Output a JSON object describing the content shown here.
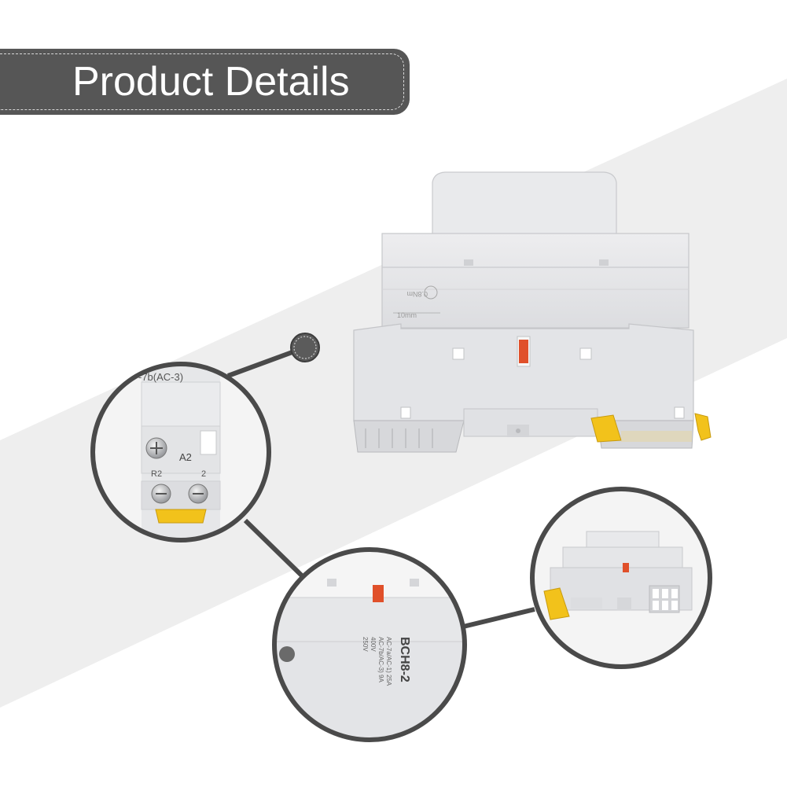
{
  "header": {
    "title": "Product Details"
  },
  "product": {
    "label_torque": "0.8Nm",
    "label_strip_length": "10mm",
    "label_rating": "-7b(AC-3)",
    "terminal_a2": "A2",
    "terminal_r2": "R2",
    "terminal_2": "2",
    "model_code": "BCH8-2",
    "spec_1": "AC-7a/AC-1) 25A",
    "spec_2": "AC-7b/AC-3) 9A",
    "spec_3": "400V",
    "spec_4": "250V"
  },
  "colors": {
    "banner_bg": "#565656",
    "banner_text": "#ffffff",
    "backdrop_band": "#eeeeee",
    "ring_stroke": "#4a4a4a",
    "device_body": "#e6e6e8",
    "indicator": "#e0502a",
    "clip": "#f2c21b"
  }
}
